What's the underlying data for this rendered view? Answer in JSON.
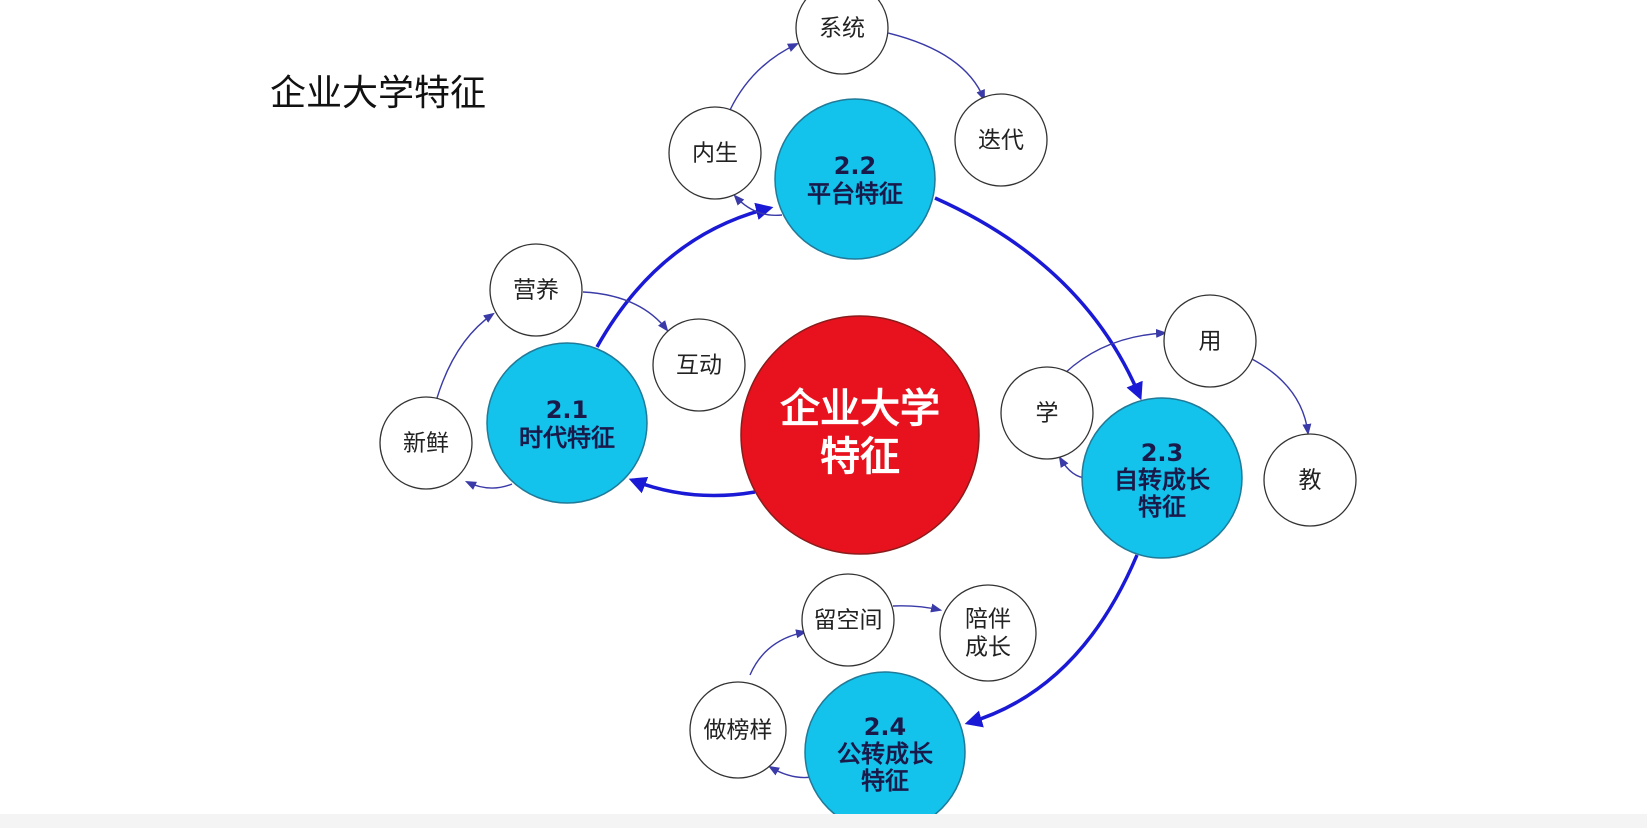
{
  "title": "企业大学特征",
  "center": {
    "line1": "企业大学",
    "line2": "特征",
    "color": "#e8121e"
  },
  "feature_color": "#13c3ec",
  "features": [
    {
      "number": "2.1",
      "name_line1": "时代特征",
      "name_line2": ""
    },
    {
      "number": "2.2",
      "name_line1": "平台特征",
      "name_line2": ""
    },
    {
      "number": "2.3",
      "name_line1": "自转成长",
      "name_line2": "特征"
    },
    {
      "number": "2.4",
      "name_line1": "公转成长",
      "name_line2": "特征"
    }
  ],
  "sub_nodes": {
    "feature_2_1": [
      "新鲜",
      "营养",
      "互动"
    ],
    "feature_2_2": [
      "内生",
      "系统",
      "迭代"
    ],
    "feature_2_3": [
      "学",
      "用",
      "教"
    ],
    "feature_2_4": [
      {
        "line1": "做榜样",
        "line2": ""
      },
      {
        "line1": "留空间",
        "line2": ""
      },
      {
        "line1": "陪伴",
        "line2": "成长"
      }
    ]
  }
}
